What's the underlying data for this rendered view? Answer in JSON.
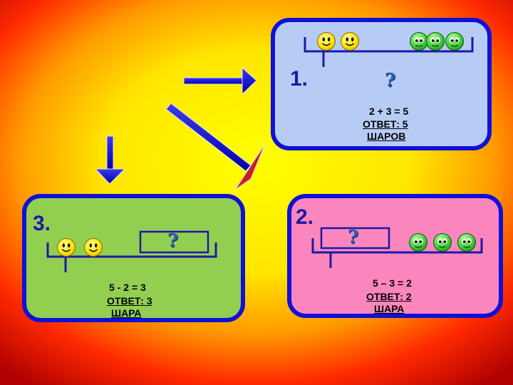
{
  "problems": [
    {
      "number": "1.",
      "equation": "2 + 3 = 5",
      "answer_line1": "ОТВЕТ: 5",
      "answer_line2": "ШАРОВ",
      "question_mark": "?"
    },
    {
      "number": "2.",
      "equation": "5 – 3 = 2",
      "answer_line1": "ОТВЕТ: 2",
      "answer_line2": "ШАРА",
      "question_mark": "?"
    },
    {
      "number": "3.",
      "equation": "5 - 2 = 3",
      "answer_line1": "ОТВЕТ: 3",
      "answer_line2": "ШАРА",
      "question_mark": "?"
    }
  ],
  "colors": {
    "panel_border": "#1010d8",
    "panel1_fill": "#b7ccf5",
    "panel2_fill": "#fb86bd",
    "panel3_fill": "#92cf50",
    "arrow": "#1010d8"
  },
  "icons": [
    "smiley-face-icon",
    "green-ball-icon",
    "question-mark-icon",
    "arrow-icon"
  ]
}
